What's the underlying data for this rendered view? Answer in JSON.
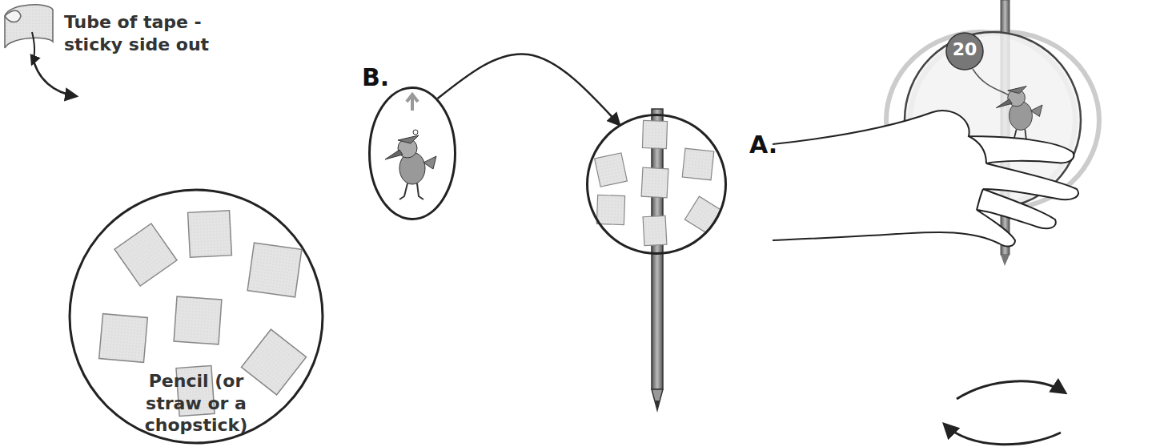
{
  "diagram": {
    "nodes": [
      {
        "text": [
          "Tube of tape - sticky side out"
        ]
      },
      {
        "text": [
          "B."
        ]
      },
      {
        "text": [
          "A."
        ]
      }
    ],
    "edges": [
      {
        "from": 1,
        "to": 2,
        "arrow": "to"
      }
    ],
    "labels": [
      "Pencil (or straw or a chopstick)",
      "20"
    ]
  }
}
